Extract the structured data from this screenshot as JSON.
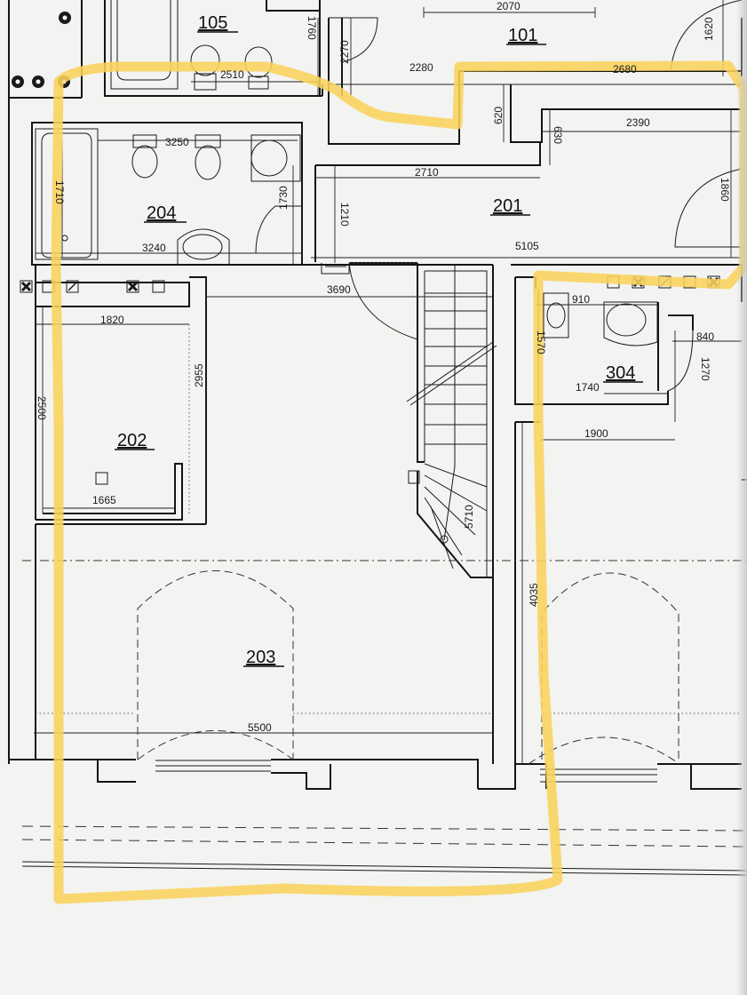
{
  "rooms": [
    {
      "id": "room-105",
      "label": "105"
    },
    {
      "id": "room-101",
      "label": "101"
    },
    {
      "id": "room-204",
      "label": "204"
    },
    {
      "id": "room-201",
      "label": "201"
    },
    {
      "id": "room-202",
      "label": "202"
    },
    {
      "id": "room-304",
      "label": "304"
    },
    {
      "id": "room-203",
      "label": "203"
    }
  ],
  "dimensions": [
    "2070",
    "1760",
    "2270",
    "1620",
    "2510",
    "2280",
    "2680",
    "620",
    "630",
    "2390",
    "3250",
    "2710",
    "1710",
    "1730",
    "1210",
    "1860",
    "3240",
    "5105",
    "3690",
    "910",
    "1570",
    "840",
    "1820",
    "1740",
    "1270",
    "2955",
    "2500",
    "1900",
    "1665",
    "5710",
    "4035",
    "5500"
  ],
  "colors": {
    "highlight": "#f9d35b",
    "lines": "#141414",
    "paper": "#f3f3f1"
  }
}
